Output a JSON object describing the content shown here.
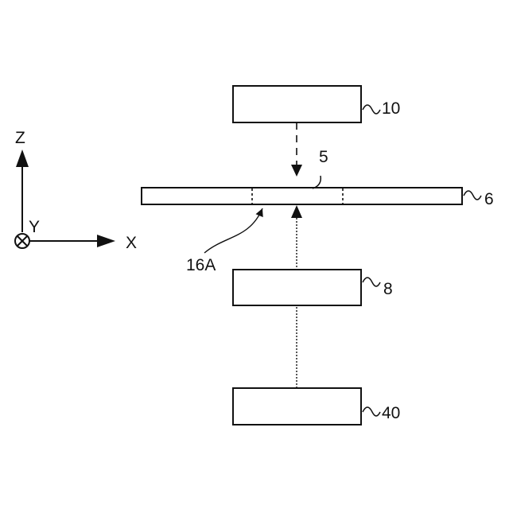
{
  "axes": {
    "z_label": "Z",
    "x_label": "X",
    "y_label": "Y"
  },
  "components": {
    "top_box_ref": "10",
    "plate_ref": "6",
    "region_ref": "5",
    "region_pointer_ref": "16A",
    "middle_box_ref": "8",
    "bottom_box_ref": "40"
  },
  "colors": {
    "line": "#111111",
    "background": "#ffffff"
  }
}
